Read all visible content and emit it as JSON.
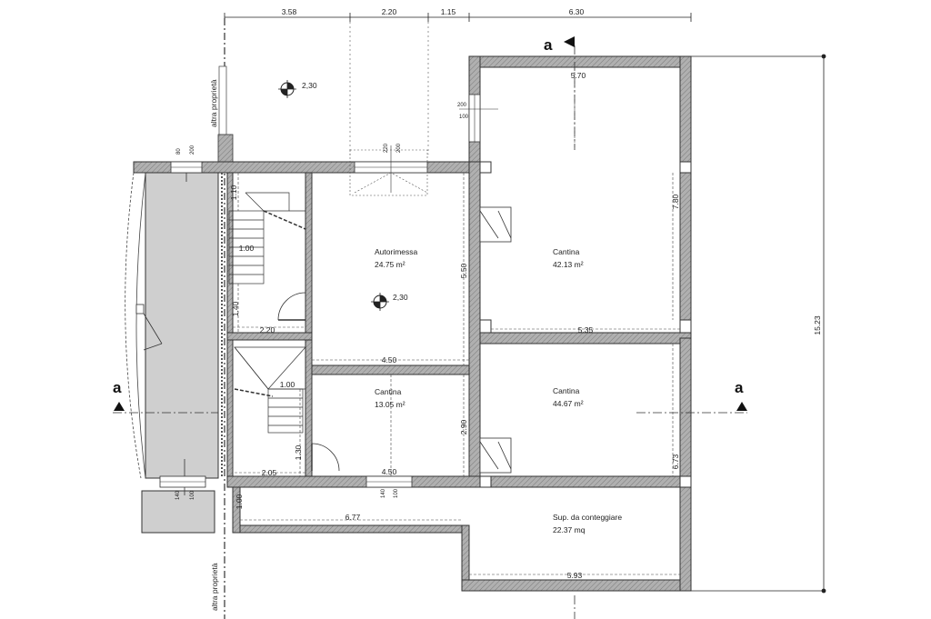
{
  "top_dimensions": [
    "3.58",
    "2.20",
    "1.15",
    "6.30"
  ],
  "section_label": "a",
  "neighbour_property": "altra proprietà",
  "levels": [
    "2,30",
    "2,30"
  ],
  "rooms": {
    "garage": {
      "name": "Autorimessa",
      "area": "24.75 m²"
    },
    "cellar_large": {
      "name": "Cantina",
      "area": "42.13 m²"
    },
    "cellar_small": {
      "name": "Cantina",
      "area": "13.05 m²"
    },
    "cellar_right": {
      "name": "Cantina",
      "area": "44.67 m²"
    },
    "counted_area": {
      "name": "Sup. da conteggiare",
      "area": "22.37 mq"
    }
  },
  "dimensions": {
    "top_room_width": "5.70",
    "top_room_height": "7.80",
    "top_room_bottom": "5.35",
    "overall_height": "15.23",
    "stair_top": "1.10",
    "stair_width": "1.00",
    "stair_mid": "1.40",
    "stair_bottom": "2.20",
    "garage_height": "5.50",
    "garage_width": "4.50",
    "stair2_width": "1.00",
    "stair2_height": "1.30",
    "stair2_bottom": "2.05",
    "small_cellar_height": "2.90",
    "small_cellar_width": "4.50",
    "right_cellar_height": "6.73",
    "corridor_height": "1.00",
    "corridor_width": "6.77",
    "bottom_width": "5.93"
  },
  "openings": {
    "window_top_left_a": "80",
    "window_top_left_b": "200",
    "window_garage_a": "220",
    "window_garage_b": "200",
    "window_right_a": "200",
    "window_right_b": "100",
    "window_bottom_left_a": "140",
    "window_bottom_left_b": "100",
    "window_bottom_mid_a": "140",
    "window_bottom_mid_b": "100"
  },
  "colors": {
    "wall": "#9e9e9e",
    "wall_outline": "#333333",
    "shade": "#c6c6c6",
    "line": "#222222"
  }
}
